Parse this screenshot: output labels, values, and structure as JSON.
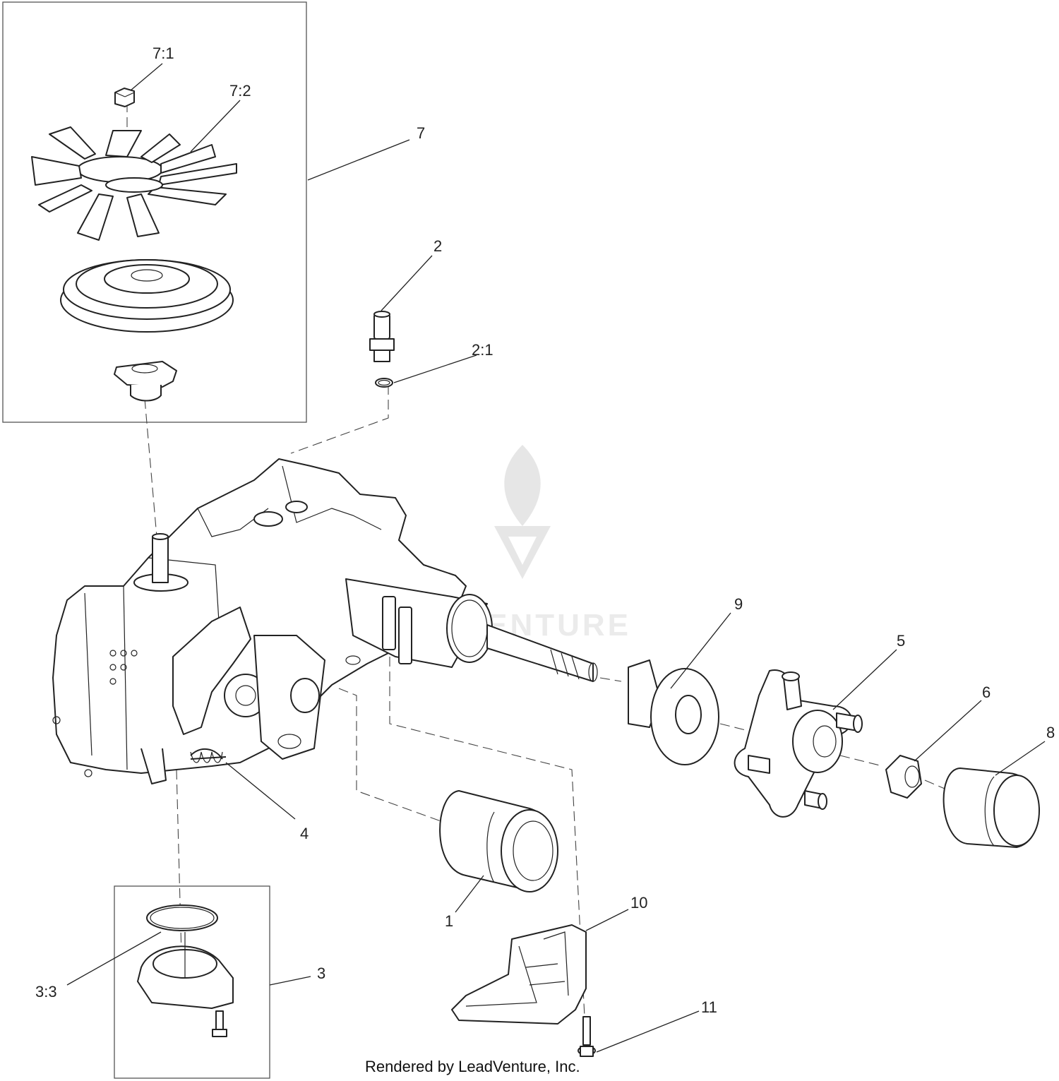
{
  "credit": "Rendered by LeadVenture, Inc.",
  "watermark": "LEADVENTURE",
  "callouts": {
    "c7_1": "7:1",
    "c7_2": "7:2",
    "c7": "7",
    "c2": "2",
    "c2_1": "2:1",
    "c9": "9",
    "c5": "5",
    "c6": "6",
    "c8": "8",
    "c4": "4",
    "c1": "1",
    "c10": "10",
    "c3": "3",
    "c3_3": "3:3",
    "c11": "11"
  }
}
